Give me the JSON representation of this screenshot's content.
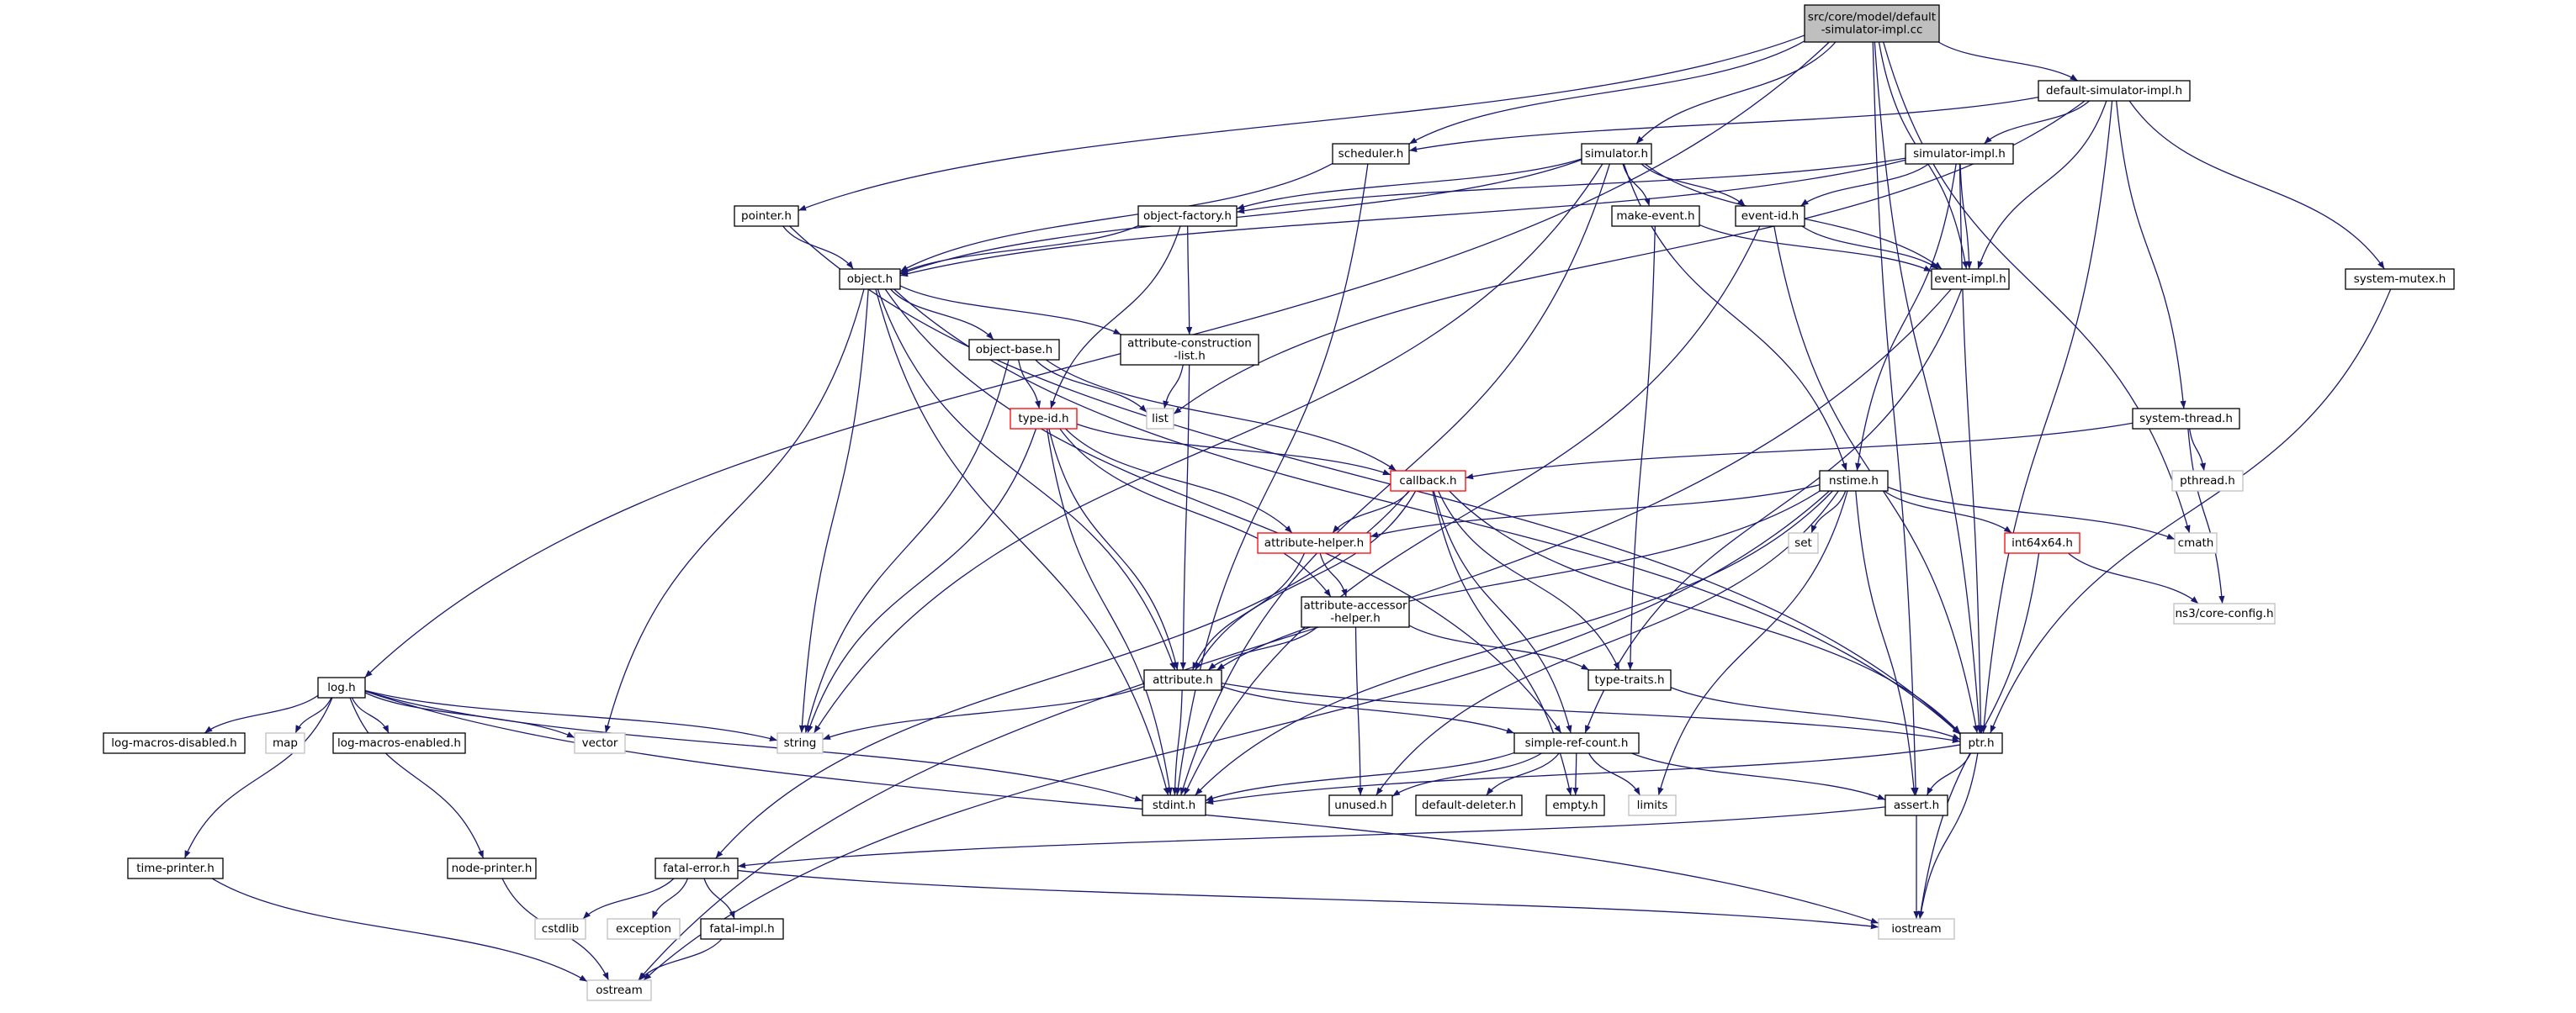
{
  "diagram": {
    "colors": {
      "edge": "#191970",
      "edge_light": "#bfbfbf",
      "node_border": "#000000",
      "node_border_red": "#ff0000",
      "node_border_light": "#bfbfbf",
      "root_fill": "#bfbfbf",
      "node_fill": "#ffffff",
      "text": "#000000"
    },
    "nodes": [
      {
        "id": "root",
        "lines": [
          "src/core/model/default",
          "-simulator-impl.cc"
        ],
        "style": "root"
      },
      {
        "id": "dsimpl",
        "lines": [
          "default-simulator-impl.h"
        ],
        "style": "normal"
      },
      {
        "id": "log",
        "lines": [
          "log.h"
        ],
        "style": "normal"
      },
      {
        "id": "pointer",
        "lines": [
          "pointer.h"
        ],
        "style": "normal"
      },
      {
        "id": "scheduler",
        "lines": [
          "scheduler.h"
        ],
        "style": "normal"
      },
      {
        "id": "simulator",
        "lines": [
          "simulator.h"
        ],
        "style": "normal"
      },
      {
        "id": "simimpl",
        "lines": [
          "simulator-impl.h"
        ],
        "style": "normal"
      },
      {
        "id": "objfactory",
        "lines": [
          "object-factory.h"
        ],
        "style": "normal"
      },
      {
        "id": "makeevent",
        "lines": [
          "make-event.h"
        ],
        "style": "normal"
      },
      {
        "id": "eventid",
        "lines": [
          "event-id.h"
        ],
        "style": "normal"
      },
      {
        "id": "eventimpl",
        "lines": [
          "event-impl.h"
        ],
        "style": "normal"
      },
      {
        "id": "sysmutex",
        "lines": [
          "system-mutex.h"
        ],
        "style": "normal"
      },
      {
        "id": "object",
        "lines": [
          "object.h"
        ],
        "style": "normal"
      },
      {
        "id": "objbase",
        "lines": [
          "object-base.h"
        ],
        "style": "normal"
      },
      {
        "id": "attrcons",
        "lines": [
          "attribute-construction",
          "-list.h"
        ],
        "style": "normal"
      },
      {
        "id": "list",
        "lines": [
          "list"
        ],
        "style": "light"
      },
      {
        "id": "typeid",
        "lines": [
          "type-id.h"
        ],
        "style": "red"
      },
      {
        "id": "systhread",
        "lines": [
          "system-thread.h"
        ],
        "style": "normal"
      },
      {
        "id": "pthread",
        "lines": [
          "pthread.h"
        ],
        "style": "light"
      },
      {
        "id": "callback",
        "lines": [
          "callback.h"
        ],
        "style": "red"
      },
      {
        "id": "nstime",
        "lines": [
          "nstime.h"
        ],
        "style": "normal"
      },
      {
        "id": "set",
        "lines": [
          "set"
        ],
        "style": "light"
      },
      {
        "id": "cmath",
        "lines": [
          "cmath"
        ],
        "style": "light"
      },
      {
        "id": "int64x64",
        "lines": [
          "int64x64.h"
        ],
        "style": "red"
      },
      {
        "id": "attrhelper",
        "lines": [
          "attribute-helper.h"
        ],
        "style": "red"
      },
      {
        "id": "coreconfig",
        "lines": [
          "ns3/core-config.h"
        ],
        "style": "light"
      },
      {
        "id": "attraccessor",
        "lines": [
          "attribute-accessor",
          "-helper.h"
        ],
        "style": "normal"
      },
      {
        "id": "attribute",
        "lines": [
          "attribute.h"
        ],
        "style": "normal"
      },
      {
        "id": "typetraits",
        "lines": [
          "type-traits.h"
        ],
        "style": "normal"
      },
      {
        "id": "logdisabled",
        "lines": [
          "log-macros-disabled.h"
        ],
        "style": "normal"
      },
      {
        "id": "map",
        "lines": [
          "map"
        ],
        "style": "light"
      },
      {
        "id": "logenabled",
        "lines": [
          "log-macros-enabled.h"
        ],
        "style": "normal"
      },
      {
        "id": "vector",
        "lines": [
          "vector"
        ],
        "style": "light"
      },
      {
        "id": "string",
        "lines": [
          "string"
        ],
        "style": "light"
      },
      {
        "id": "simplerefcount",
        "lines": [
          "simple-ref-count.h"
        ],
        "style": "normal"
      },
      {
        "id": "ptr",
        "lines": [
          "ptr.h"
        ],
        "style": "normal"
      },
      {
        "id": "stdint",
        "lines": [
          "stdint.h"
        ],
        "style": "normal"
      },
      {
        "id": "unused",
        "lines": [
          "unused.h"
        ],
        "style": "normal"
      },
      {
        "id": "defdeleter",
        "lines": [
          "default-deleter.h"
        ],
        "style": "normal"
      },
      {
        "id": "empty",
        "lines": [
          "empty.h"
        ],
        "style": "normal"
      },
      {
        "id": "limits",
        "lines": [
          "limits"
        ],
        "style": "light"
      },
      {
        "id": "assert",
        "lines": [
          "assert.h"
        ],
        "style": "normal"
      },
      {
        "id": "timeprinter",
        "lines": [
          "time-printer.h"
        ],
        "style": "normal"
      },
      {
        "id": "nodeprinter",
        "lines": [
          "node-printer.h"
        ],
        "style": "normal"
      },
      {
        "id": "fatalerror",
        "lines": [
          "fatal-error.h"
        ],
        "style": "normal"
      },
      {
        "id": "cstdlib",
        "lines": [
          "cstdlib"
        ],
        "style": "light"
      },
      {
        "id": "exception",
        "lines": [
          "exception"
        ],
        "style": "light"
      },
      {
        "id": "fatalimpl",
        "lines": [
          "fatal-impl.h"
        ],
        "style": "normal"
      },
      {
        "id": "iostream",
        "lines": [
          "iostream"
        ],
        "style": "light"
      },
      {
        "id": "ostream",
        "lines": [
          "ostream"
        ],
        "style": "light"
      }
    ],
    "edges": [
      [
        "root",
        "dsimpl"
      ],
      [
        "root",
        "log"
      ],
      [
        "root",
        "pointer"
      ],
      [
        "root",
        "scheduler"
      ],
      [
        "root",
        "simulator"
      ],
      [
        "root",
        "eventimpl"
      ],
      [
        "root",
        "cmath"
      ],
      [
        "root",
        "ptr"
      ],
      [
        "root",
        "assert"
      ],
      [
        "dsimpl",
        "scheduler"
      ],
      [
        "dsimpl",
        "simimpl"
      ],
      [
        "dsimpl",
        "eventimpl"
      ],
      [
        "dsimpl",
        "list"
      ],
      [
        "dsimpl",
        "sysmutex"
      ],
      [
        "dsimpl",
        "systhread"
      ],
      [
        "dsimpl",
        "ptr"
      ],
      [
        "simulator",
        "objfactory"
      ],
      [
        "simulator",
        "object"
      ],
      [
        "simulator",
        "makeevent"
      ],
      [
        "simulator",
        "eventid"
      ],
      [
        "simulator",
        "eventimpl"
      ],
      [
        "simulator",
        "nstime"
      ],
      [
        "simulator",
        "stdint"
      ],
      [
        "simulator",
        "string"
      ],
      [
        "simimpl",
        "eventid"
      ],
      [
        "simimpl",
        "eventimpl"
      ],
      [
        "simimpl",
        "object"
      ],
      [
        "simimpl",
        "objfactory"
      ],
      [
        "simimpl",
        "nstime"
      ],
      [
        "simimpl",
        "ptr"
      ],
      [
        "scheduler",
        "object"
      ],
      [
        "scheduler",
        "stdint"
      ],
      [
        "pointer",
        "object"
      ],
      [
        "pointer",
        "ptr"
      ],
      [
        "objfactory",
        "object"
      ],
      [
        "objfactory",
        "typeid"
      ],
      [
        "objfactory",
        "attrcons"
      ],
      [
        "makeevent",
        "eventimpl"
      ],
      [
        "makeevent",
        "typetraits"
      ],
      [
        "eventid",
        "eventimpl"
      ],
      [
        "eventid",
        "ptr"
      ],
      [
        "eventid",
        "stdint"
      ],
      [
        "eventimpl",
        "simplerefcount"
      ],
      [
        "eventimpl",
        "ostream"
      ],
      [
        "sysmutex",
        "ptr"
      ],
      [
        "object",
        "objbase"
      ],
      [
        "object",
        "attrcons"
      ],
      [
        "object",
        "vector"
      ],
      [
        "object",
        "string"
      ],
      [
        "object",
        "stdint"
      ],
      [
        "object",
        "attribute"
      ],
      [
        "object",
        "ptr"
      ],
      [
        "object",
        "simplerefcount"
      ],
      [
        "objbase",
        "typeid"
      ],
      [
        "objbase",
        "callback"
      ],
      [
        "objbase",
        "list"
      ],
      [
        "objbase",
        "string"
      ],
      [
        "attrcons",
        "list"
      ],
      [
        "attrcons",
        "attribute"
      ],
      [
        "typeid",
        "callback"
      ],
      [
        "typeid",
        "attrhelper"
      ],
      [
        "typeid",
        "attraccessor"
      ],
      [
        "typeid",
        "attribute"
      ],
      [
        "typeid",
        "string"
      ],
      [
        "typeid",
        "stdint"
      ],
      [
        "systhread",
        "callback"
      ],
      [
        "systhread",
        "pthread"
      ],
      [
        "systhread",
        "coreconfig"
      ],
      [
        "callback",
        "attrhelper"
      ],
      [
        "callback",
        "attribute"
      ],
      [
        "callback",
        "typetraits"
      ],
      [
        "callback",
        "simplerefcount"
      ],
      [
        "callback",
        "ptr"
      ],
      [
        "callback",
        "empty"
      ],
      [
        "callback",
        "fatalerror"
      ],
      [
        "nstime",
        "attrhelper"
      ],
      [
        "nstime",
        "set"
      ],
      [
        "nstime",
        "cmath"
      ],
      [
        "nstime",
        "int64x64"
      ],
      [
        "nstime",
        "attribute"
      ],
      [
        "nstime",
        "stdint"
      ],
      [
        "nstime",
        "limits"
      ],
      [
        "nstime",
        "assert"
      ],
      [
        "nstime",
        "unused"
      ],
      [
        "nstime",
        "ostream"
      ],
      [
        "int64x64",
        "coreconfig"
      ],
      [
        "int64x64",
        "iostream"
      ],
      [
        "attrhelper",
        "attraccessor"
      ],
      [
        "attrhelper",
        "attribute"
      ],
      [
        "attraccessor",
        "attribute"
      ],
      [
        "attraccessor",
        "typetraits"
      ],
      [
        "attraccessor",
        "unused"
      ],
      [
        "attribute",
        "string"
      ],
      [
        "attribute",
        "stdint"
      ],
      [
        "attribute",
        "ptr"
      ],
      [
        "attribute",
        "simplerefcount"
      ],
      [
        "typetraits",
        "ptr"
      ],
      [
        "log",
        "logdisabled"
      ],
      [
        "log",
        "map"
      ],
      [
        "log",
        "logenabled"
      ],
      [
        "log",
        "vector"
      ],
      [
        "log",
        "string"
      ],
      [
        "log",
        "stdint"
      ],
      [
        "log",
        "timeprinter"
      ],
      [
        "log",
        "nodeprinter"
      ],
      [
        "log",
        "iostream"
      ],
      [
        "simplerefcount",
        "stdint"
      ],
      [
        "simplerefcount",
        "unused"
      ],
      [
        "simplerefcount",
        "defdeleter"
      ],
      [
        "simplerefcount",
        "empty"
      ],
      [
        "simplerefcount",
        "limits"
      ],
      [
        "simplerefcount",
        "assert"
      ],
      [
        "ptr",
        "stdint"
      ],
      [
        "ptr",
        "assert"
      ],
      [
        "ptr",
        "iostream"
      ],
      [
        "assert",
        "fatalerror"
      ],
      [
        "assert",
        "iostream"
      ],
      [
        "timeprinter",
        "ostream"
      ],
      [
        "nodeprinter",
        "ostream"
      ],
      [
        "fatalerror",
        "cstdlib"
      ],
      [
        "fatalerror",
        "exception"
      ],
      [
        "fatalerror",
        "fatalimpl"
      ],
      [
        "fatalerror",
        "iostream"
      ],
      [
        "fatalimpl",
        "ostream"
      ]
    ]
  }
}
